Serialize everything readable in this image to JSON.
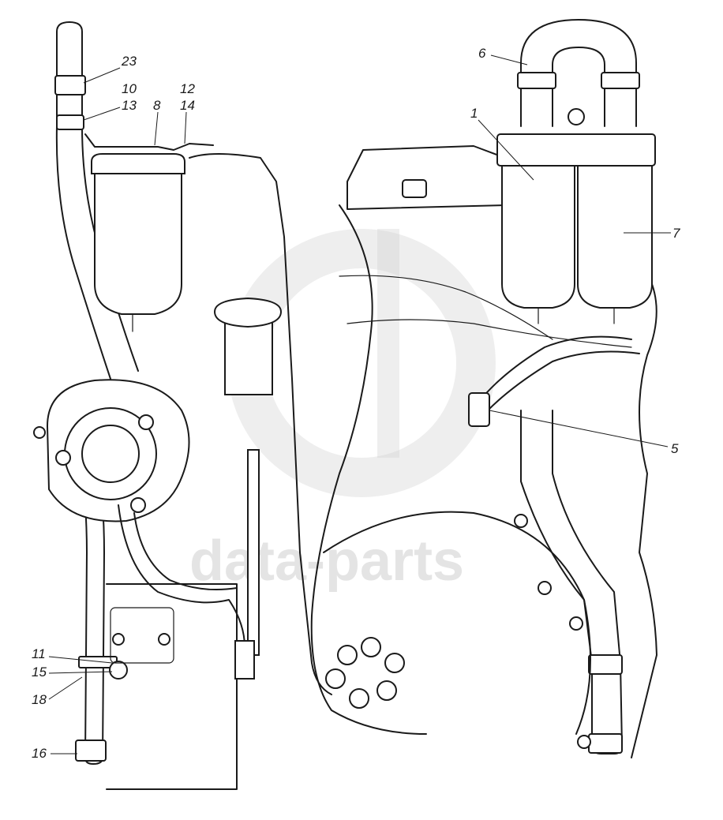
{
  "callouts": {
    "c23": "23",
    "c10": "10",
    "c13": "13",
    "c8": "8",
    "c12": "12",
    "c14": "14",
    "c6": "6",
    "c1": "1",
    "c7": "7",
    "c5": "5",
    "c11": "11",
    "c15": "15",
    "c18": "18",
    "c16": "16"
  },
  "watermark": {
    "text": "data-parts"
  },
  "colors": {
    "ink": "#1a1a1a",
    "paper": "#ffffff",
    "watermark": "#cfcfcf"
  }
}
